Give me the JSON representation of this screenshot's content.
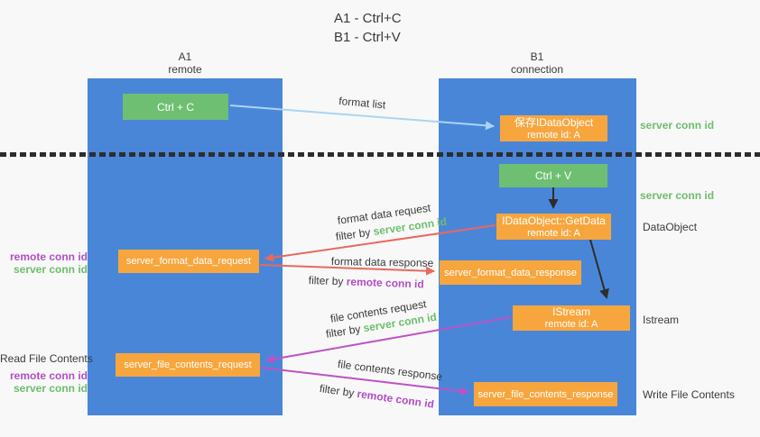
{
  "title": {
    "line1": "A1 - Ctrl+C",
    "line2": "B1 - Ctrl+V"
  },
  "columns": {
    "left": {
      "name": "A1",
      "role": "remote"
    },
    "right": {
      "name": "B1",
      "role": "connection"
    }
  },
  "nodes": {
    "ctrl_c": "Ctrl + C",
    "save_idataobject": {
      "line1": "保存IDataObject",
      "line2": "remote id: A"
    },
    "ctrl_v": "Ctrl + V",
    "getdata": {
      "line1": "IDataObject::GetData",
      "line2": "remote id: A"
    },
    "server_format_data_request": "server_format_data_request",
    "server_format_data_response": "server_format_data_response",
    "istream": {
      "line1": "IStream",
      "line2": "remote id: A"
    },
    "server_file_contents_request": "server_file_contents_request",
    "server_file_contents_response": "server_file_contents_response"
  },
  "arrow_labels": {
    "format_list": "format list",
    "format_data_request": "format data request",
    "format_data_response": "format data response",
    "file_contents_request": "file contents request",
    "file_contents_response": "file contents response",
    "filter_by": "filter by ",
    "server_conn_id": "server conn id",
    "remote_conn_id": "remote conn id"
  },
  "side_labels": {
    "server_conn_id_top": "server conn id",
    "server_conn_id_mid": "server conn id",
    "dataobject": "DataObject",
    "istream": "Istream",
    "write_file_contents": "Write File Contents",
    "read_file_contents": "Read File Contents",
    "remote_conn_id_format": "remote conn id",
    "server_conn_id_format": "server conn id",
    "remote_conn_id_file": "remote conn id",
    "server_conn_id_file": "server conn id"
  },
  "colors": {
    "column_blue": "#4A86D8",
    "box_green": "#6FBF72",
    "box_orange": "#F7A63E",
    "arrow_light_blue": "#A9D4F1",
    "arrow_red": "#E8695E",
    "arrow_purple": "#BC53C5",
    "arrow_black": "#2D2D2D",
    "text_green": "#6EBE6E",
    "text_purple": "#B14EC4",
    "text_dark": "#3B3B3B",
    "background": "#F8F8F8"
  }
}
